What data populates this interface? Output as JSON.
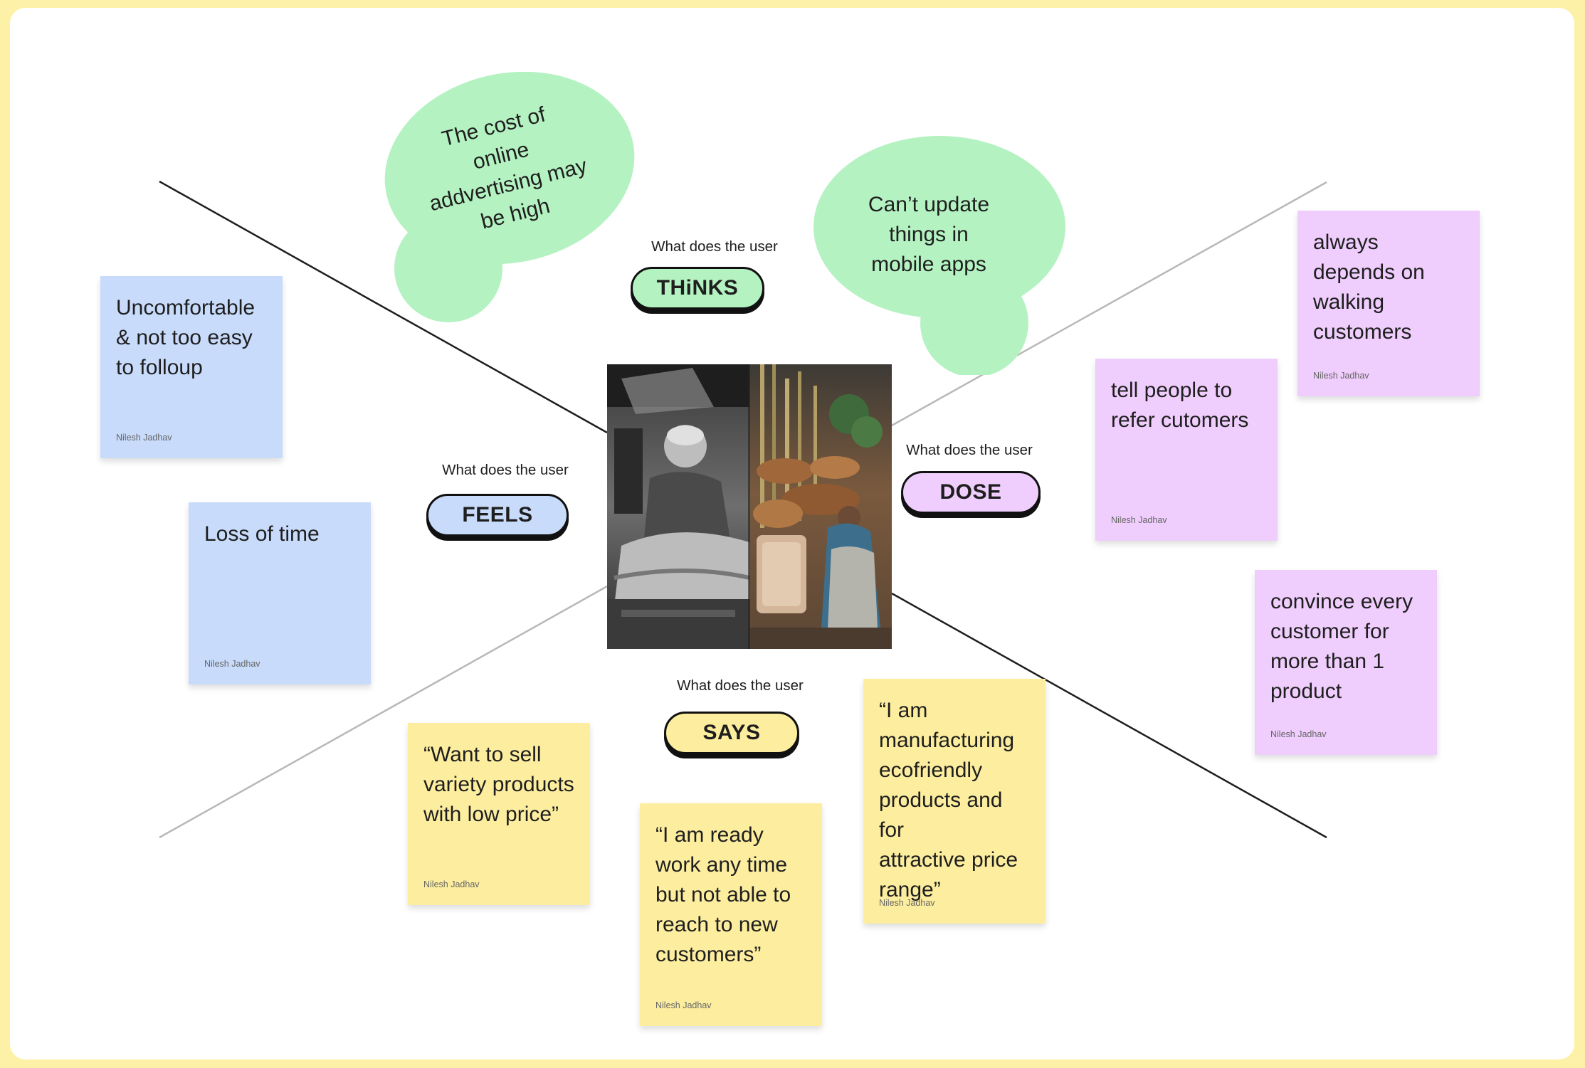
{
  "colors": {
    "frame": "#fdf1a8",
    "canvas": "#ffffff",
    "thinks": "#b5f2c2",
    "feels": "#c8dbfb",
    "dose": "#efcdfc",
    "says": "#fdee9f"
  },
  "quadrants": {
    "thinks": {
      "prompt": "What does the user",
      "label": "THiNKS"
    },
    "feels": {
      "prompt": "What does the user",
      "label": "FEELS"
    },
    "dose": {
      "prompt": "What does the user",
      "label": "DOSE"
    },
    "says": {
      "prompt": "What does the user",
      "label": "SAYS"
    }
  },
  "center_image": {
    "icon": "photo-artisan-collage"
  },
  "thinks_bubbles": [
    {
      "text": "The cost of\nonline\naddvertising may\nbe high"
    },
    {
      "text": "Can’t update\nthings in\nmobile apps"
    }
  ],
  "feels_notes": [
    {
      "text": "Uncomfortable\n& not too easy\nto folloup",
      "author": "Nilesh Jadhav"
    },
    {
      "text": "Loss of time",
      "author": "Nilesh Jadhav"
    }
  ],
  "dose_notes": [
    {
      "text": "always\ndepends on\nwalking\ncustomers",
      "author": "Nilesh Jadhav"
    },
    {
      "text": "tell people to\nrefer cutomers",
      "author": "Nilesh Jadhav"
    },
    {
      "text": "convince every\ncustomer for\nmore than 1\nproduct",
      "author": "Nilesh Jadhav"
    }
  ],
  "says_notes": [
    {
      "text": "“Want to sell\nvariety products\nwith low price”",
      "author": "Nilesh Jadhav"
    },
    {
      "text": "“I am ready\nwork any time\nbut not able to\nreach to new\ncustomers”",
      "author": "Nilesh Jadhav"
    },
    {
      "text": "“I am\nmanufacturing\necofriendly\nproducts and for\nattractive price\nrange”",
      "author": "Nilesh Jadhav"
    }
  ]
}
